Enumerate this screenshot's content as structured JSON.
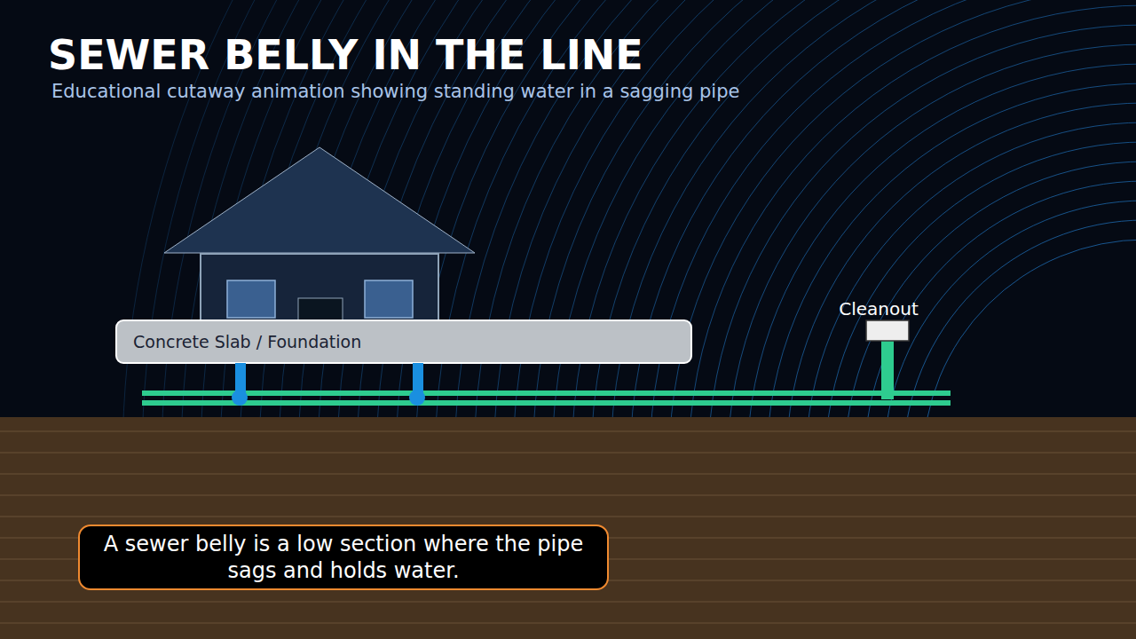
{
  "diagram": {
    "title": "SEWER BELLY IN THE LINE",
    "nodes": [
      {
        "text": [
          "Concrete Slab / Foundation"
        ]
      },
      {
        "text": [
          "Cleanout"
        ]
      },
      {
        "text": [
          "A sewer belly is a low section where the pipe sags and holds water."
        ]
      }
    ],
    "labels": [
      "Educational cutaway animation showing standing water in a sagging pipe"
    ]
  }
}
